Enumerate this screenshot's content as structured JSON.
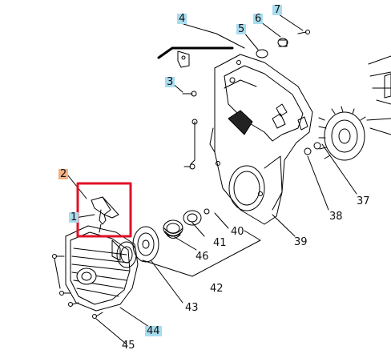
{
  "diagram": {
    "callouts": [
      {
        "id": "2",
        "text": "2",
        "style": "orange"
      },
      {
        "id": "1",
        "text": "1",
        "style": "blue"
      },
      {
        "id": "3",
        "text": "3",
        "style": "blue"
      },
      {
        "id": "4",
        "text": "4",
        "style": "blue"
      },
      {
        "id": "5",
        "text": "5",
        "style": "blue"
      },
      {
        "id": "6",
        "text": "6",
        "style": "blue"
      },
      {
        "id": "7",
        "text": "7",
        "style": "blue"
      },
      {
        "id": "37",
        "text": "37",
        "style": "plain"
      },
      {
        "id": "38",
        "text": "38",
        "style": "plain"
      },
      {
        "id": "39",
        "text": "39",
        "style": "plain"
      },
      {
        "id": "40",
        "text": "40",
        "style": "plain"
      },
      {
        "id": "41",
        "text": "41",
        "style": "plain"
      },
      {
        "id": "42",
        "text": "42",
        "style": "plain"
      },
      {
        "id": "43",
        "text": "43",
        "style": "plain"
      },
      {
        "id": "44",
        "text": "44",
        "style": "blue"
      },
      {
        "id": "45",
        "text": "45",
        "style": "plain"
      },
      {
        "id": "46",
        "text": "46",
        "style": "plain"
      }
    ],
    "highlight_color": "#e0102a",
    "callout_box_color": "#a8dcef",
    "selected_callout_color": "#f4b183"
  }
}
